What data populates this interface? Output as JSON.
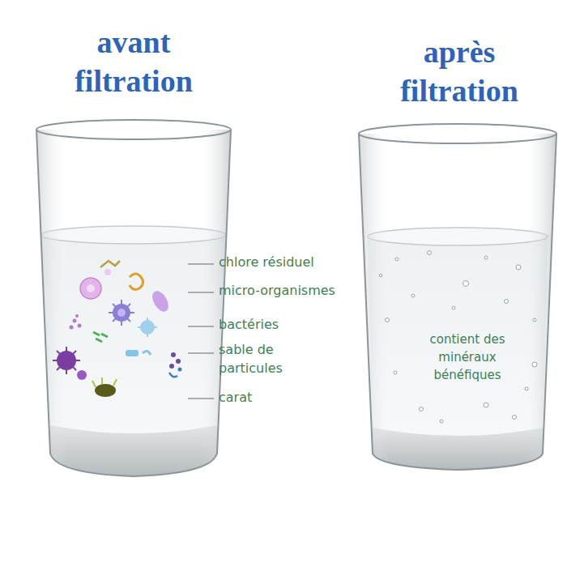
{
  "diagram": {
    "nodes": [
      {
        "text": [
          "avant filtration",
          "chlore résiduel",
          "micro-organismes",
          "bactéries",
          "sable de particules",
          "carat"
        ]
      },
      {
        "text": [
          "après filtration",
          "contient des minéraux bénéfiques"
        ]
      }
    ]
  }
}
